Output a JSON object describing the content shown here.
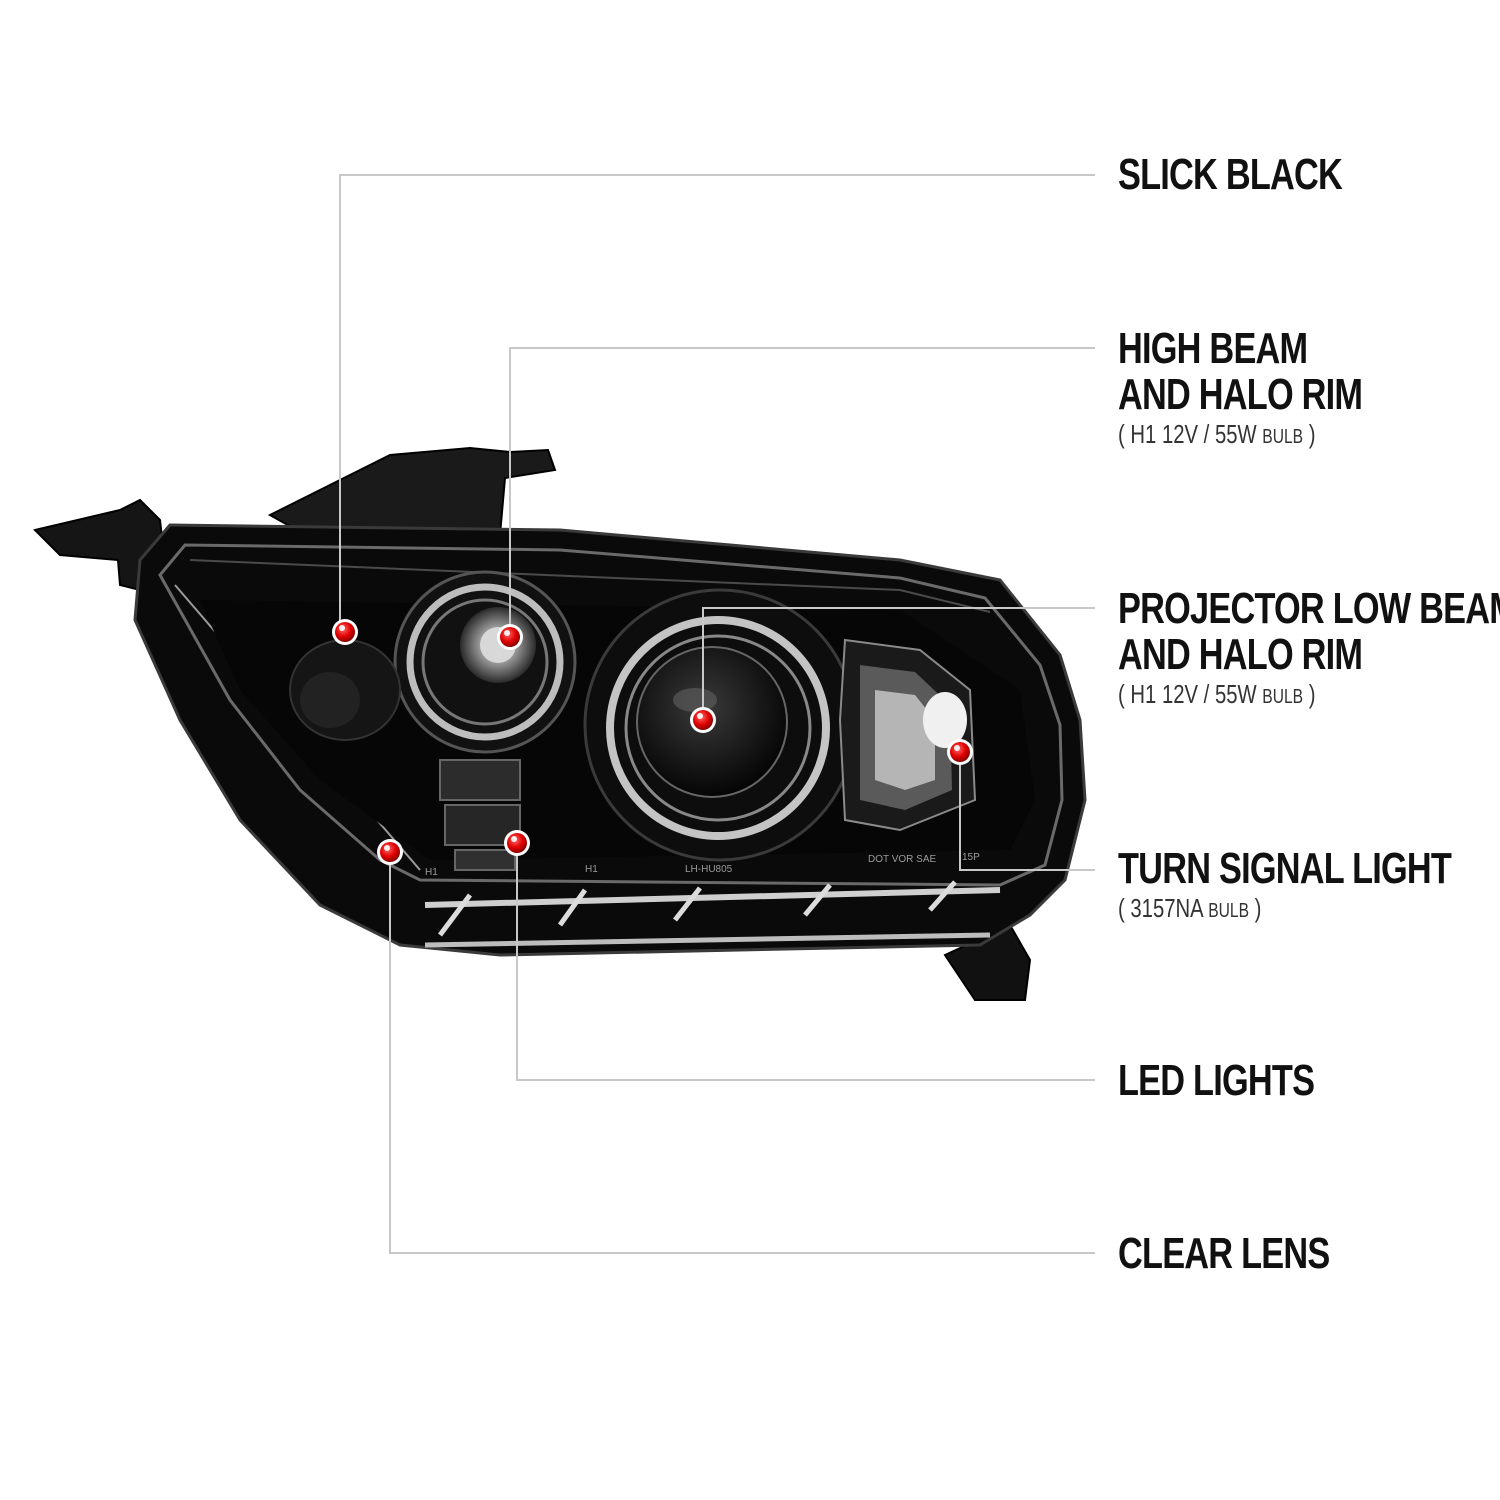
{
  "callouts": [
    {
      "id": "slick-black",
      "title_lines": [
        "SLICK BLACK"
      ],
      "sub": null
    },
    {
      "id": "high-beam",
      "title_lines": [
        "HIGH BEAM",
        "AND HALO RIM"
      ],
      "sub": {
        "open": "(",
        "spec": "H1  12V / 55W",
        "unit": "BULB",
        "close": ")"
      }
    },
    {
      "id": "projector-low-beam",
      "title_lines": [
        "PROJECTOR LOW BEAM",
        "AND HALO RIM"
      ],
      "sub": {
        "open": "(",
        "spec": "H1  12V / 55W",
        "unit": "BULB",
        "close": ")"
      }
    },
    {
      "id": "turn-signal",
      "title_lines": [
        "TURN SIGNAL LIGHT"
      ],
      "sub": {
        "open": "(",
        "spec": "3157NA",
        "unit": "BULB",
        "close": ")"
      }
    },
    {
      "id": "led-lights",
      "title_lines": [
        "LED LIGHTS"
      ],
      "sub": null
    },
    {
      "id": "clear-lens",
      "title_lines": [
        "CLEAR LENS"
      ],
      "sub": null
    }
  ],
  "lens_text": [
    "H1",
    "H1",
    "LH-HU805",
    "DOT VOR SAE",
    "15P"
  ],
  "colors": {
    "leader_line": "#c8c8c8",
    "marker": "#e00000",
    "housing": "#0a0a0a",
    "label_text": "#111111"
  }
}
